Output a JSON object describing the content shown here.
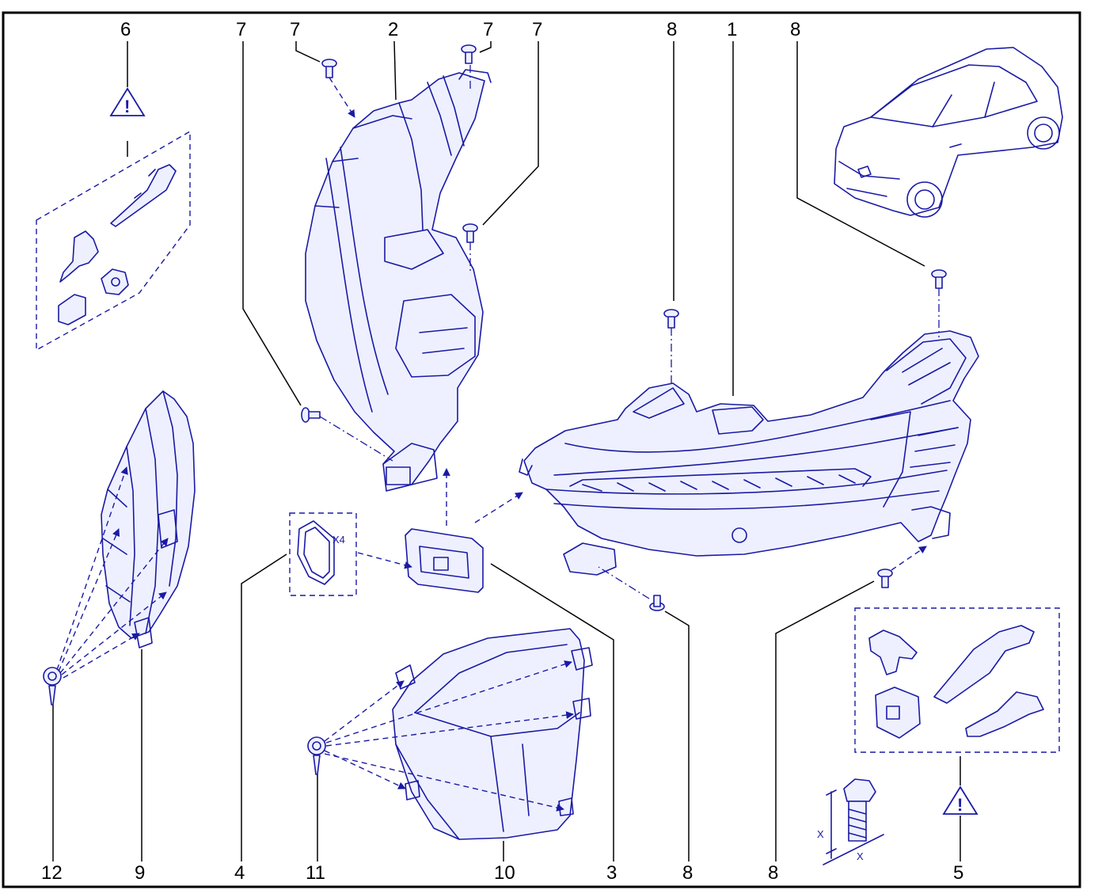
{
  "callouts": {
    "c1": "1",
    "c2": "2",
    "c3": "3",
    "c4": "4",
    "c5": "5",
    "c6": "6",
    "c7": "7",
    "c8": "8",
    "c9": "9",
    "c10": "10",
    "c11": "11",
    "c12": "12"
  },
  "labels": {
    "x4": "X4",
    "x_dim_a": "X",
    "x_dim_b": "X",
    "warning_mark_top": "!",
    "warning_mark_bottom": "!"
  },
  "colors": {
    "line": "#1a1aa6",
    "frame": "#000000",
    "fill": "#eef0ff"
  }
}
